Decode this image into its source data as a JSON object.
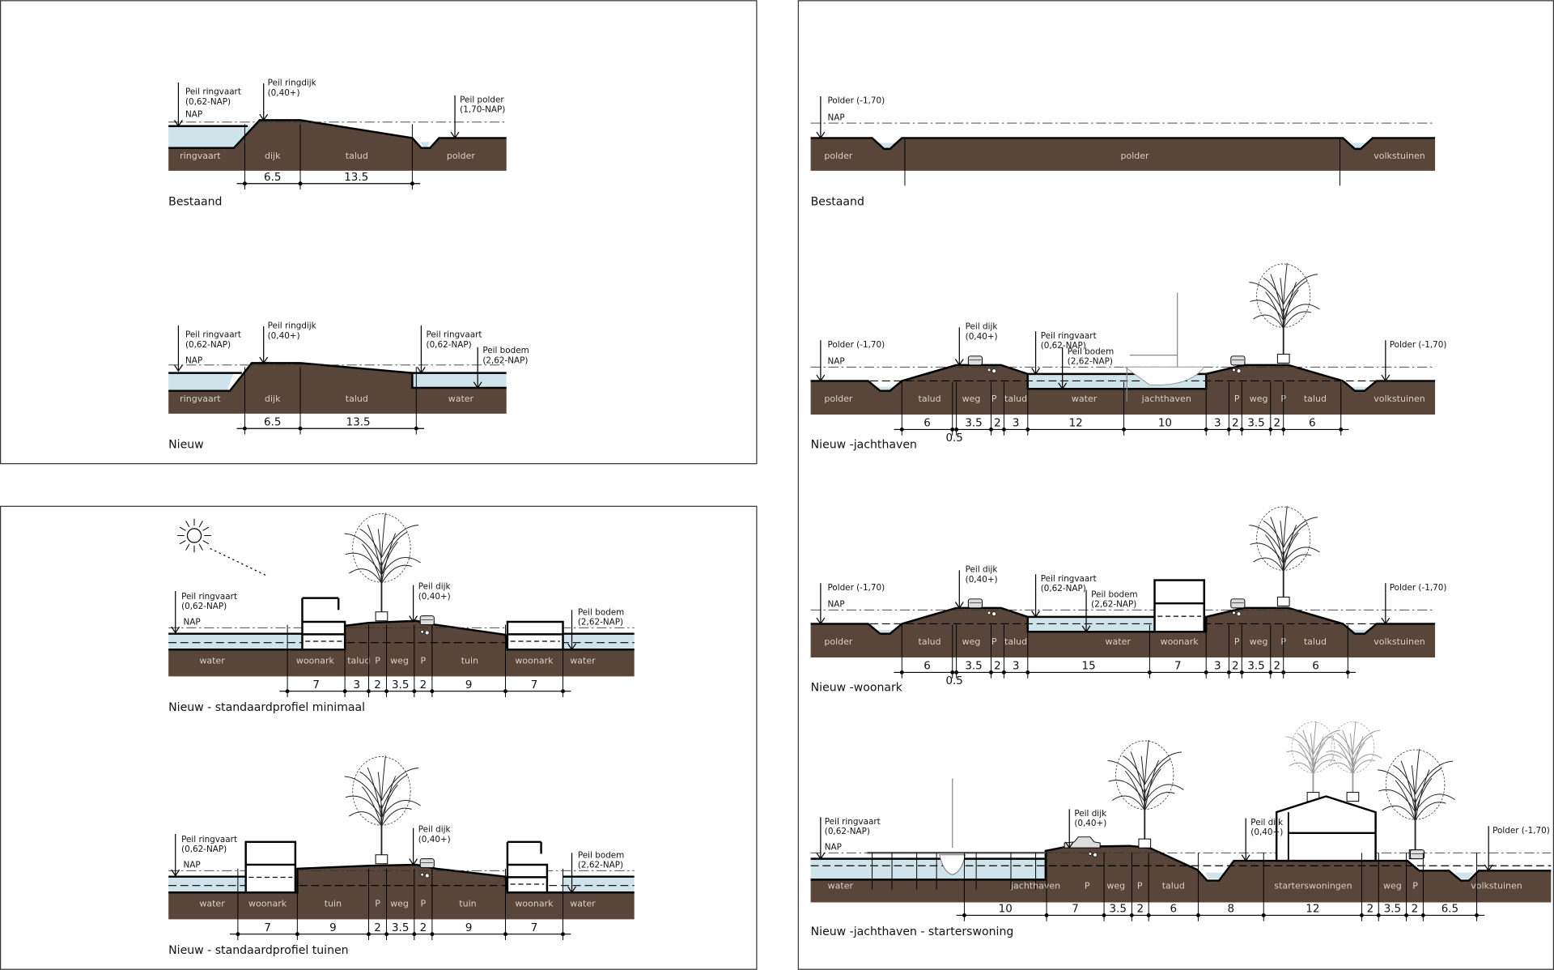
{
  "colors": {
    "ground": "#574639",
    "water": "#cfe4ea",
    "line": "#000000",
    "frame": "#333333"
  },
  "sections": [
    {
      "id": "left-bestaand",
      "title": "Bestaand",
      "zones": [
        "ringvaart",
        "dijk",
        "talud",
        "polder"
      ],
      "dims": [
        "6.5",
        "13.5"
      ],
      "annotations": [
        [
          "Peil ringvaart",
          "(0,62-NAP)"
        ],
        [
          "NAP"
        ],
        [
          "Peil ringdijk",
          "(0,40+)"
        ],
        [
          "Peil polder",
          "(1,70-NAP)"
        ]
      ]
    },
    {
      "id": "left-nieuw",
      "title": "Nieuw",
      "zones": [
        "ringvaart",
        "dijk",
        "talud",
        "water"
      ],
      "dims": [
        "6.5",
        "13.5"
      ],
      "annotations": [
        [
          "Peil ringvaart",
          "(0,62-NAP)"
        ],
        [
          "NAP"
        ],
        [
          "Peil ringdijk",
          "(0,40+)"
        ],
        [
          "Peil ringvaart",
          "(0,62-NAP)"
        ],
        [
          "Peil bodem",
          "(2,62-NAP)"
        ]
      ]
    },
    {
      "id": "standaard-minimaal",
      "title": "Nieuw - standaardprofiel minimaal",
      "zones": [
        "water",
        "woonark",
        "talud",
        "P",
        "weg",
        "P",
        "tuin",
        "woonark",
        "water"
      ],
      "dims": [
        "7",
        "3",
        "2",
        "3.5",
        "2",
        "9",
        "7"
      ],
      "annotations": [
        [
          "Peil ringvaart",
          "(0,62-NAP)"
        ],
        [
          "NAP"
        ],
        [
          "Peil dijk",
          "(0,40+)"
        ],
        [
          "Peil bodem",
          "(2,62-NAP)"
        ]
      ]
    },
    {
      "id": "standaard-tuinen",
      "title": "Nieuw - standaardprofiel tuinen",
      "zones": [
        "water",
        "woonark",
        "tuin",
        "P",
        "weg",
        "P",
        "tuin",
        "woonark",
        "water"
      ],
      "dims": [
        "7",
        "9",
        "2",
        "3.5",
        "2",
        "9",
        "7"
      ],
      "annotations": [
        [
          "Peil ringvaart",
          "(0,62-NAP)"
        ],
        [
          "NAP"
        ],
        [
          "Peil dijk",
          "(0,40+)"
        ],
        [
          "Peil bodem",
          "(2,62-NAP)"
        ]
      ]
    },
    {
      "id": "right-bestaand",
      "title": "Bestaand",
      "zones": [
        "polder",
        "polder",
        "volkstuinen"
      ],
      "dims": [],
      "annotations": [
        [
          "Polder (-1,70)"
        ],
        [
          "NAP"
        ]
      ]
    },
    {
      "id": "jachthaven",
      "title": "Nieuw -jachthaven",
      "zones": [
        "polder",
        "talud",
        "weg",
        "P",
        "talud",
        "water",
        "jachthaven",
        "P",
        "weg",
        "P",
        "talud",
        "volkstuinen"
      ],
      "dims": [
        "6",
        "0.5",
        "3.5",
        "2",
        "3",
        "12",
        "10",
        "3",
        "2",
        "3.5",
        "2",
        "6"
      ],
      "annotations": [
        [
          "Polder (-1,70)"
        ],
        [
          "NAP"
        ],
        [
          "Peil dijk",
          "(0,40+)"
        ],
        [
          "Peil ringvaart",
          "(0,62-NAP)"
        ],
        [
          "Peil bodem",
          "(2,62-NAP)"
        ],
        [
          "Polder (-1,70)"
        ]
      ]
    },
    {
      "id": "woonark",
      "title": "Nieuw -woonark",
      "zones": [
        "polder",
        "talud",
        "weg",
        "P",
        "talud",
        "water",
        "woonark",
        "P",
        "weg",
        "P",
        "talud",
        "volkstuinen"
      ],
      "dims": [
        "6",
        "0.5",
        "3.5",
        "2",
        "3",
        "15",
        "7",
        "3",
        "2",
        "3.5",
        "2",
        "6"
      ],
      "annotations": [
        [
          "Polder (-1,70)"
        ],
        [
          "NAP"
        ],
        [
          "Peil dijk",
          "(0,40+)"
        ],
        [
          "Peil ringvaart",
          "(0,62-NAP)"
        ],
        [
          "Peil bodem",
          "(2,62-NAP)"
        ],
        [
          "Polder (-1,70)"
        ]
      ]
    },
    {
      "id": "jachthaven-starterswoning",
      "title": "Nieuw -jachthaven - starterswoning",
      "zones": [
        "water",
        "jachthaven",
        "P",
        "weg",
        "P",
        "talud",
        "starterswoningen",
        "weg",
        "P",
        "volkstuinen"
      ],
      "dims": [
        "10",
        "7",
        "3.5",
        "2",
        "6",
        "8",
        "12",
        "2",
        "3.5",
        "2",
        "6.5"
      ],
      "annotations": [
        [
          "Peil ringvaart",
          "(0,62-NAP)"
        ],
        [
          "NAP"
        ],
        [
          "Peil dijk",
          "(0,40+)"
        ],
        [
          "Peil dijk",
          "(0,40+)"
        ],
        [
          "Polder (-1,70)"
        ]
      ]
    }
  ]
}
